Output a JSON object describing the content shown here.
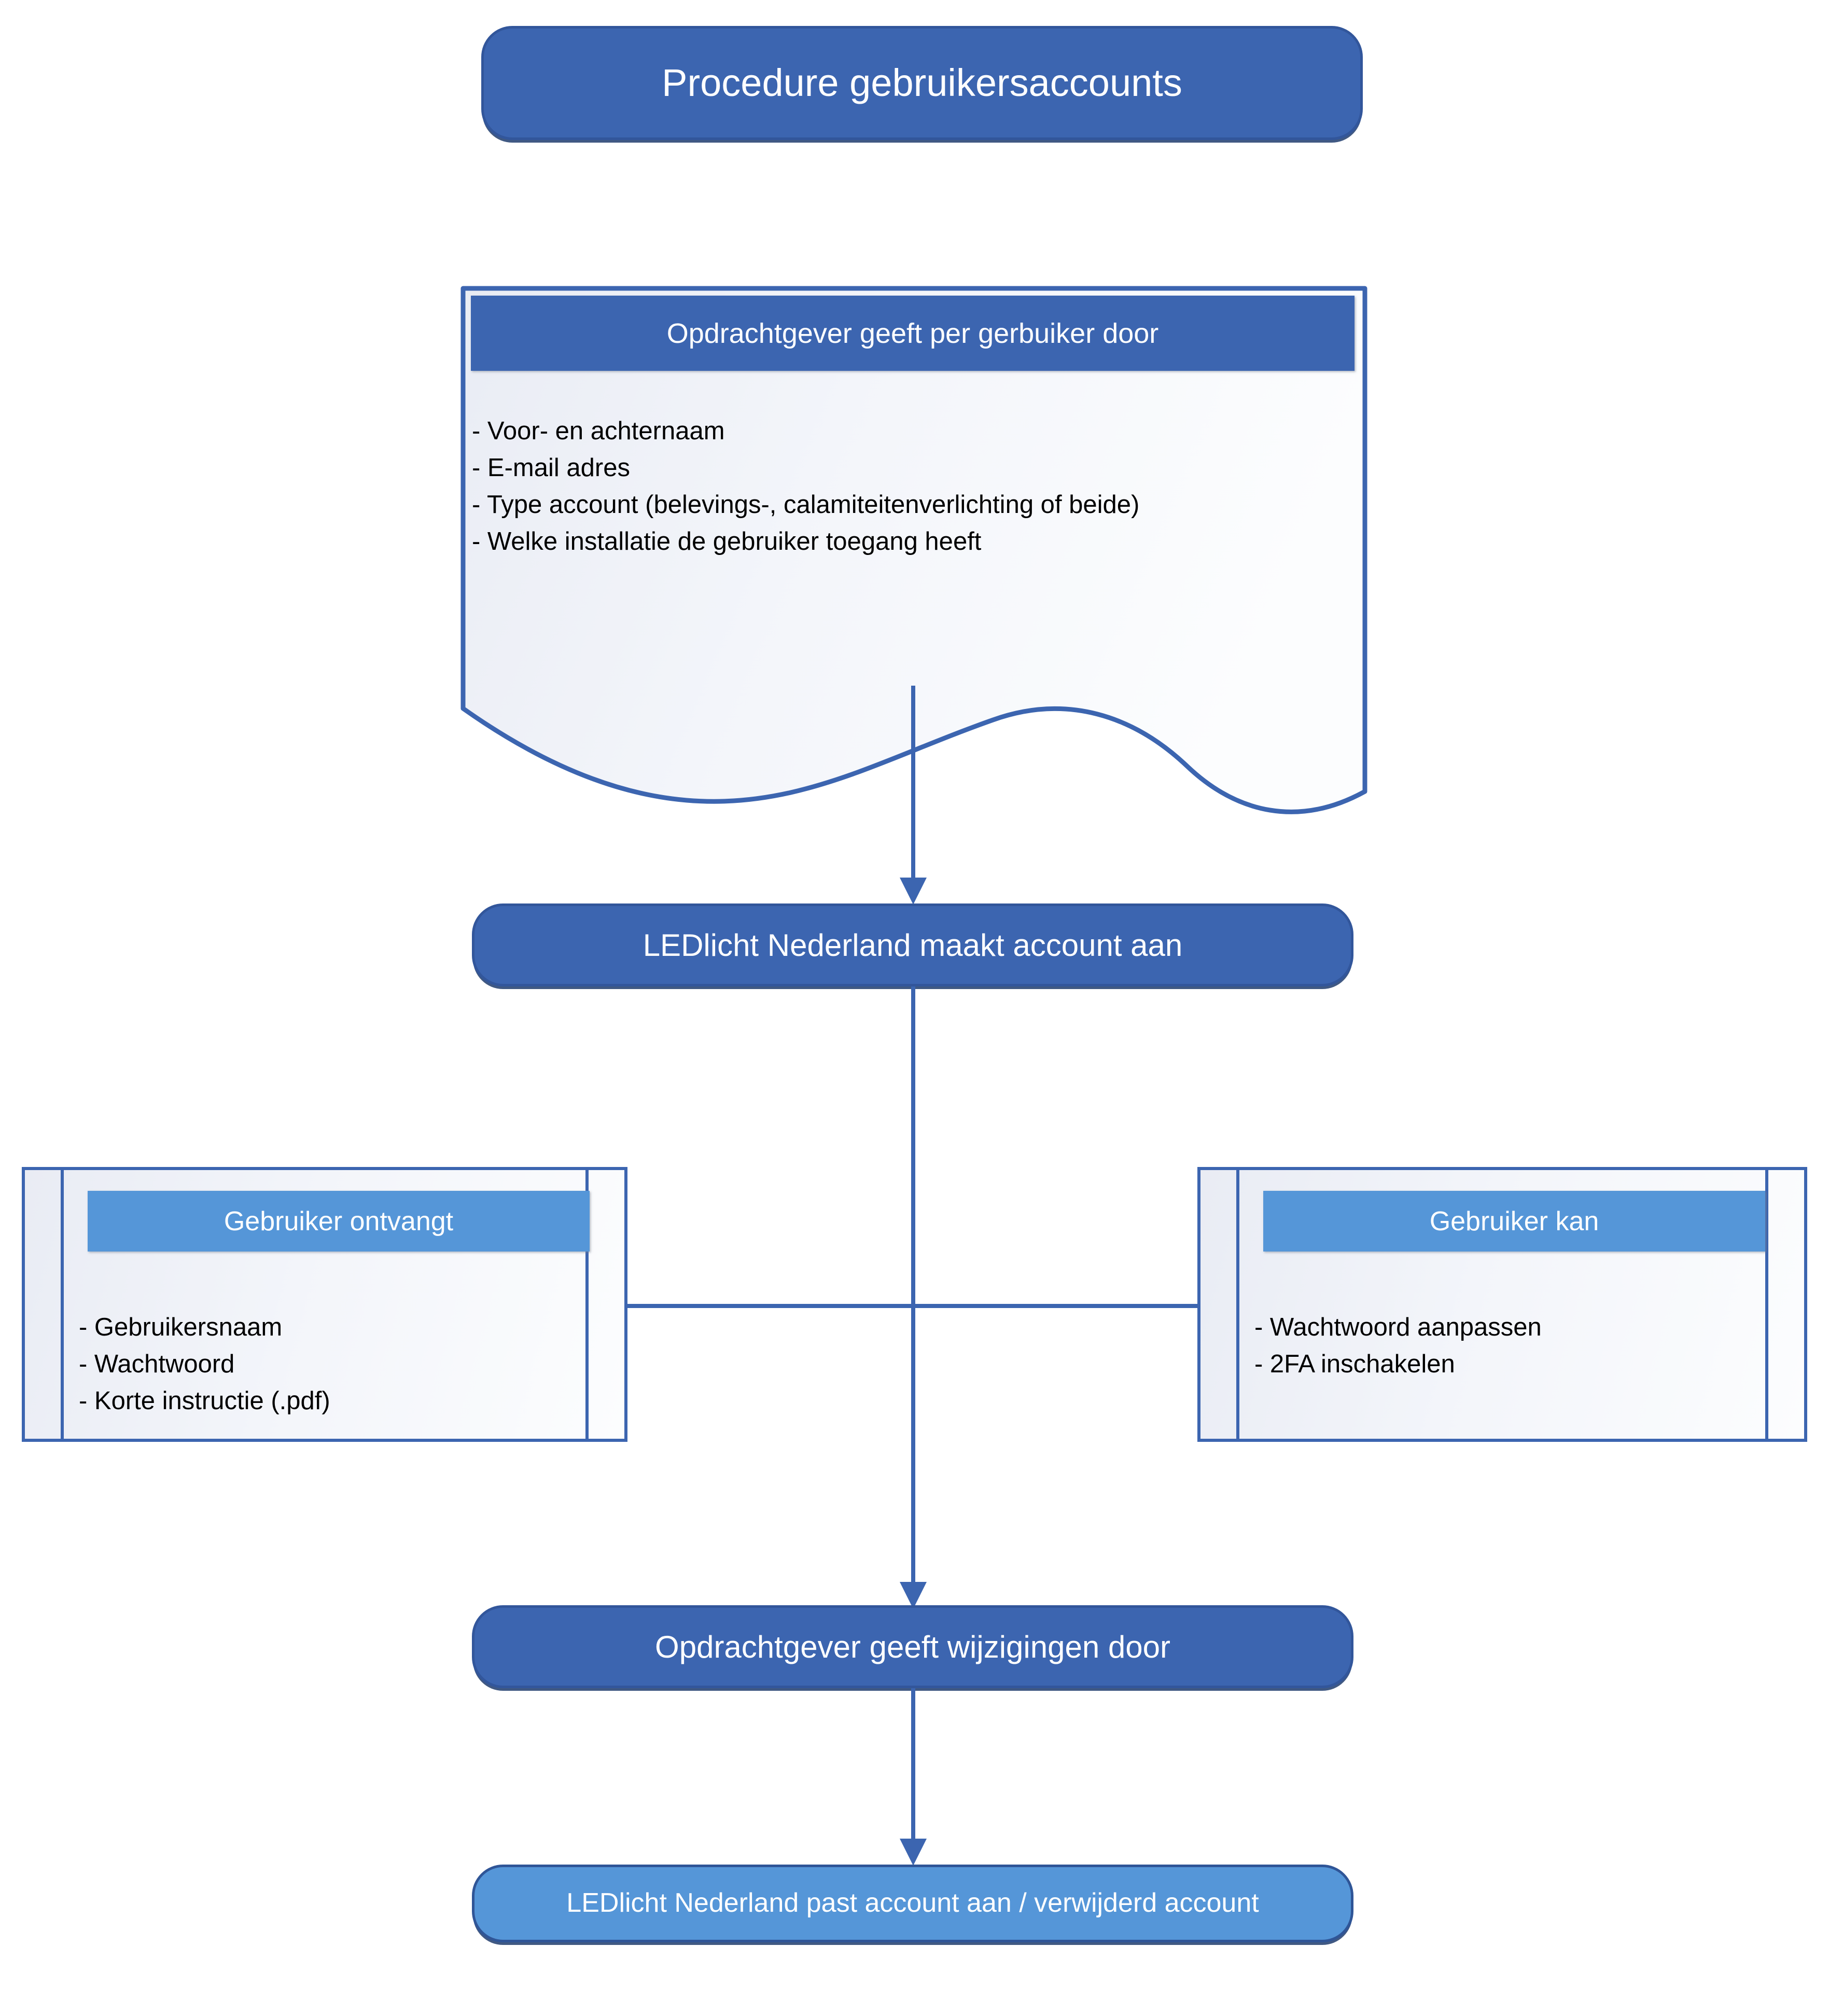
{
  "diagram": {
    "title_node": {
      "label": "Procedure gebruikersaccounts",
      "fill": "#3C65B0",
      "text_color": "#FFFFFF"
    },
    "document_node": {
      "header": "Opdrachtgever geeft per gerbuiker door",
      "header_fill": "#3C65B0",
      "body": "- Voor- en achternaam\n- E-mail adres\n- Type account (belevings-, calamiteitenverlichting of beide)\n- Welke installatie de gebruiker toegang heeft",
      "items": [
        "- Voor- en achternaam",
        "- E-mail adres",
        "- Type account (belevings-, calamiteitenverlichting of beide)",
        "- Welke installatie de gebruiker toegang heeft"
      ]
    },
    "create_node": {
      "label": "LEDlicht Nederland maakt account aan",
      "fill": "#3C65B0",
      "text_color": "#FFFFFF"
    },
    "receives_box": {
      "header": "Gebruiker ontvangt",
      "header_fill": "#5596D8",
      "body": "- Gebruikersnaam\n- Wachtwoord\n- Korte instructie (.pdf)",
      "items": [
        "- Gebruikersnaam",
        "- Wachtwoord",
        "- Korte instructie (.pdf)"
      ]
    },
    "can_box": {
      "header": "Gebruiker kan",
      "header_fill": "#5596D8",
      "body": "- Wachtwoord aanpassen\n- 2FA inschakelen",
      "items": [
        "- Wachtwoord aanpassen",
        "- 2FA inschakelen"
      ]
    },
    "changes_node": {
      "label": "Opdrachtgever geeft wijzigingen door",
      "fill": "#3C65B0",
      "text_color": "#FFFFFF"
    },
    "apply_node": {
      "label": "LEDlicht Nederland past account aan / verwijderd account",
      "fill": "#5596D8",
      "text_color": "#FFFFFF"
    },
    "connector_color": "#3C65B0"
  }
}
